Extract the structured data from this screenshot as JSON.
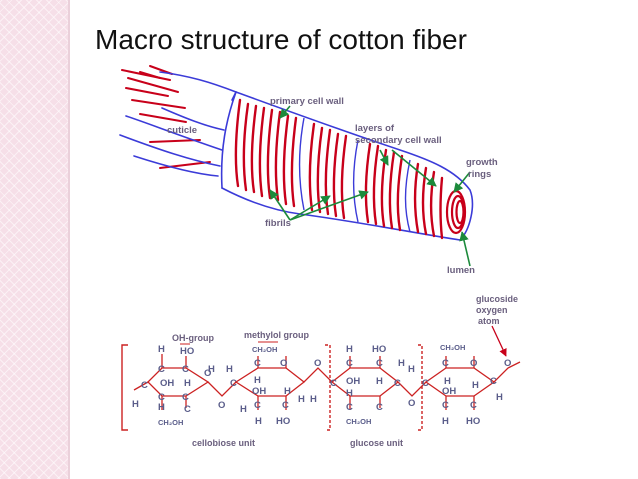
{
  "slide": {
    "title": "Macro structure of cotton fiber"
  },
  "fiber": {
    "labels": {
      "primary_cell_wall": "primary cell wall",
      "cuticle": "cuticle",
      "layers_line1": "layers of",
      "layers_line2": "secondary cell wall",
      "growth_line1": "growth",
      "growth_line2": "rings",
      "fibrils": "fibrils",
      "lumen": "lumen"
    }
  },
  "cellulose": {
    "labels": {
      "oh_group": "OH-group",
      "methylol_group": "methylol group",
      "glucoside_line1": "glucoside",
      "glucoside_line2": "oxygen",
      "glucoside_line3": "atom",
      "cellobiose_unit": "cellobiose unit",
      "glucose_unit": "glucose unit"
    },
    "atoms": {
      "H": "H",
      "C": "C",
      "O": "O",
      "HO": "HO",
      "OH": "OH",
      "CH2OH": "CH₂OH"
    }
  },
  "colors": {
    "background": "#ffffff",
    "left_strip": "#f6dfe8",
    "fiber_outline": "#3b3bd8",
    "fibrils_red": "#c8001a",
    "arrow_green": "#1c8a3b",
    "label_text": "#6a5f7e",
    "bond_red": "#cc2222",
    "atom_text": "#5a5d8a"
  }
}
